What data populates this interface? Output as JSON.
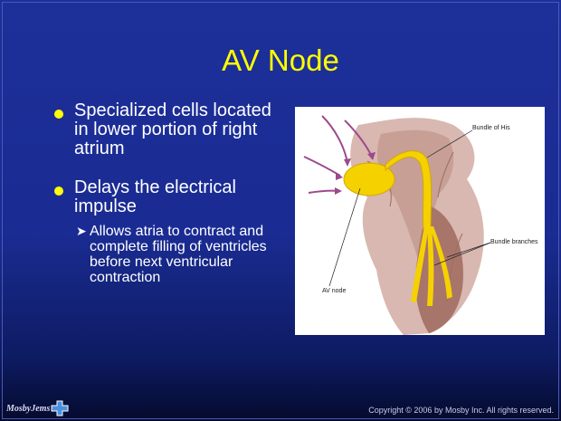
{
  "slide": {
    "title": "AV Node",
    "bullets": [
      {
        "text": "Specialized cells located in lower portion of right atrium"
      },
      {
        "text": "Delays the electrical impulse",
        "sub": "Allows atria to contract and complete filling of ventricles before next ventricular contraction"
      }
    ],
    "figure": {
      "labels": {
        "bundle_of_his": "Bundle of His",
        "bundle_branches": "Bundle branches",
        "av_node": "AV node"
      }
    },
    "footer": {
      "logo": "MosbyJems",
      "copyright": "Copyright © 2006 by Mosby Inc.  All rights reserved."
    }
  },
  "colors": {
    "title": "#ffff00",
    "bullet_dot": "#ffff00",
    "background": "#1d2f99",
    "conduction": "#f5d100"
  },
  "icons": [
    "bullet-dot-icon",
    "arrow-bullet-icon",
    "mosby-jems-logo-icon"
  ]
}
